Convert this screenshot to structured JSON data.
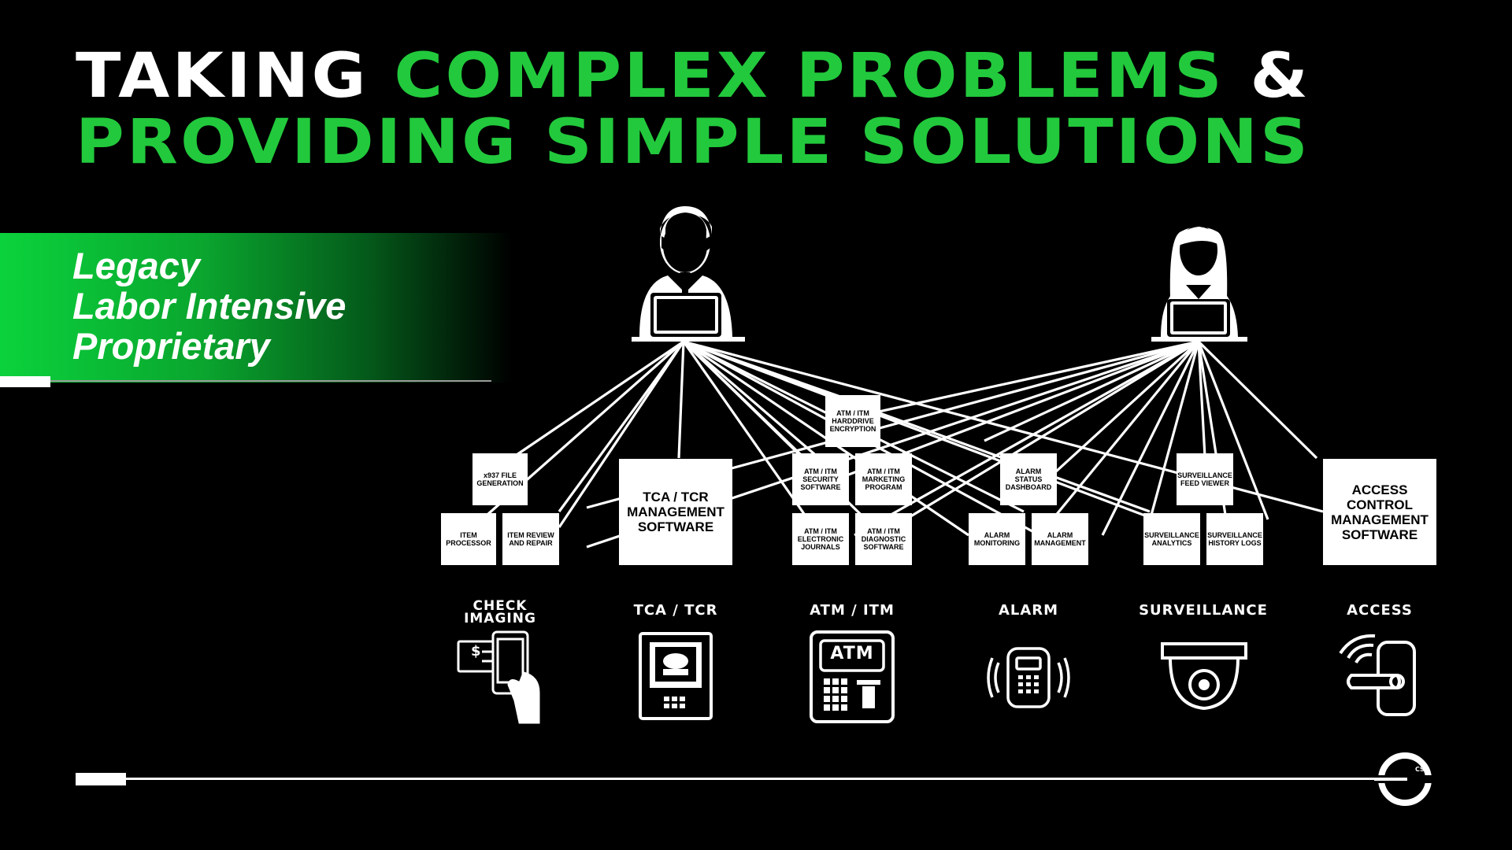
{
  "headline": {
    "line1": [
      {
        "text": "TAKING ",
        "color": "white"
      },
      {
        "text": "COMPLEX PROBLEMS",
        "color": "green"
      },
      {
        "text": " &",
        "color": "white"
      }
    ],
    "line2": [
      {
        "text": "PROVIDING SIMPLE SOLUTIONS",
        "color": "green"
      }
    ]
  },
  "banner": {
    "items": [
      "Legacy",
      "Labor Intensive",
      "Proprietary"
    ]
  },
  "boxes": {
    "x937": "x937 FILE\nGENERATION",
    "item_processor": "ITEM\nPROCESSOR",
    "item_review": "ITEM REVIEW\nAND REPAIR",
    "tca_mgmt": "TCA / TCR\nMANAGEMENT\nSOFTWARE",
    "atm_encryption": "ATM / ITM\nHARDDRIVE\nENCRYPTION",
    "atm_security": "ATM / ITM\nSECURITY\nSOFTWARE",
    "atm_marketing": "ATM / ITM\nMARKETING\nPROGRAM",
    "atm_journals": "ATM / ITM\nELECTRONIC\nJOURNALS",
    "atm_diagnostic": "ATM / ITM\nDIAGNOSTIC\nSOFTWARE",
    "alarm_status": "ALARM\nSTATUS\nDASHBOARD",
    "alarm_monitoring": "ALARM\nMONITORING",
    "alarm_management": "ALARM\nMANAGEMENT",
    "surv_feed": "SURVEILLANCE\nFEED VIEWER",
    "surv_analytics": "SURVEILLANCE\nANALYTICS",
    "surv_history": "SURVEILLANCE\nHISTORY LOGS",
    "access_mgmt": "ACCESS\nCONTROL\nMANAGEMENT\nSOFTWARE"
  },
  "categories": {
    "check": "CHECK\nIMAGING",
    "tca": "TCA / TCR",
    "atm": "ATM / ITM",
    "alarm": "ALARM",
    "surveillance": "SURVEILLANCE",
    "access": "ACCESS"
  },
  "atm_icon_label": "ATM",
  "logo_text": "CSG",
  "colors": {
    "accent": "#22c93c",
    "background": "#000000",
    "foreground": "#ffffff"
  }
}
